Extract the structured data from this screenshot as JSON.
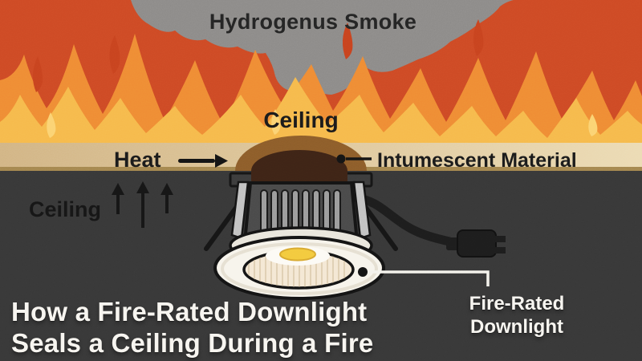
{
  "title": {
    "line1": "How a Fire-Rated Downlight",
    "line2": "Seals a Ceiling During a Fire"
  },
  "labels": {
    "smoke": "Hydrogenus Smoke",
    "ceiling_above": "Ceiling",
    "heat": "Heat",
    "intumescent": "Intumescent Material",
    "ceiling_below": "Ceiling",
    "downlight_line1": "Fire-Rated",
    "downlight_line2": "Downlight"
  },
  "palette": {
    "fire_background": "#ce4a25",
    "flame_orange": "#ef8c34",
    "flame_yellow": "#f6ba4c",
    "flame_light": "#fbd373",
    "flame_red_detail": "#c8431f",
    "smoke_gray": "#8d8b89",
    "ceiling_tan_left": "#d2b585",
    "ceiling_tan_right": "#ecdbb4",
    "ceiling_edge": "#a5874f",
    "room_dark": "#383838",
    "intumescent_outer": "#8d5d2a",
    "intumescent_inner": "#3e2416",
    "fixture_body": "#4a4a4a",
    "fixture_rib": "#9c9c9c",
    "bezel_white": "#f7f4ec",
    "reflector_cream": "#f4e8d4",
    "led_yellow": "#f3ca3e",
    "cable_black": "#1d1d1d",
    "label_dark": "#1c1c1c",
    "label_light": "#f7f5f0"
  }
}
